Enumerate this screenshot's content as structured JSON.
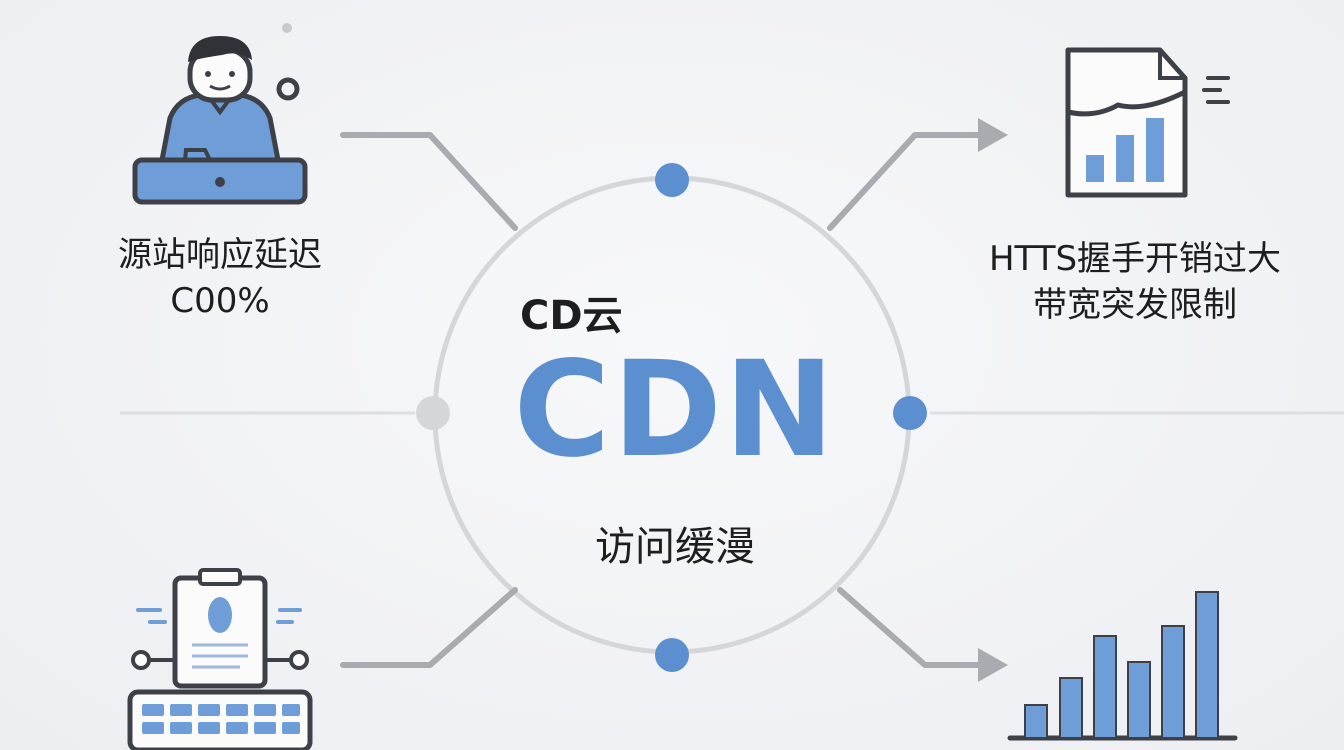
{
  "colors": {
    "accent": "#5b8fd0",
    "line": "#a9abb0",
    "icon_stroke": "#3d4046",
    "background": "#f1f2f5"
  },
  "center": {
    "brand": "CD云",
    "title": "CDN",
    "subtitle": "访问缓漫"
  },
  "left_top": {
    "line1": "源站响应延迟",
    "line2": "C00%",
    "icon": "person-at-laptop-icon"
  },
  "right_top": {
    "line1": "HTTS握手开销过大",
    "line2": "带宽突发限制",
    "icon": "document-bar-chart-icon"
  },
  "left_bottom": {
    "icon": "clipboard-keyboard-icon"
  },
  "right_bottom": {
    "icon": "bar-chart-icon"
  }
}
